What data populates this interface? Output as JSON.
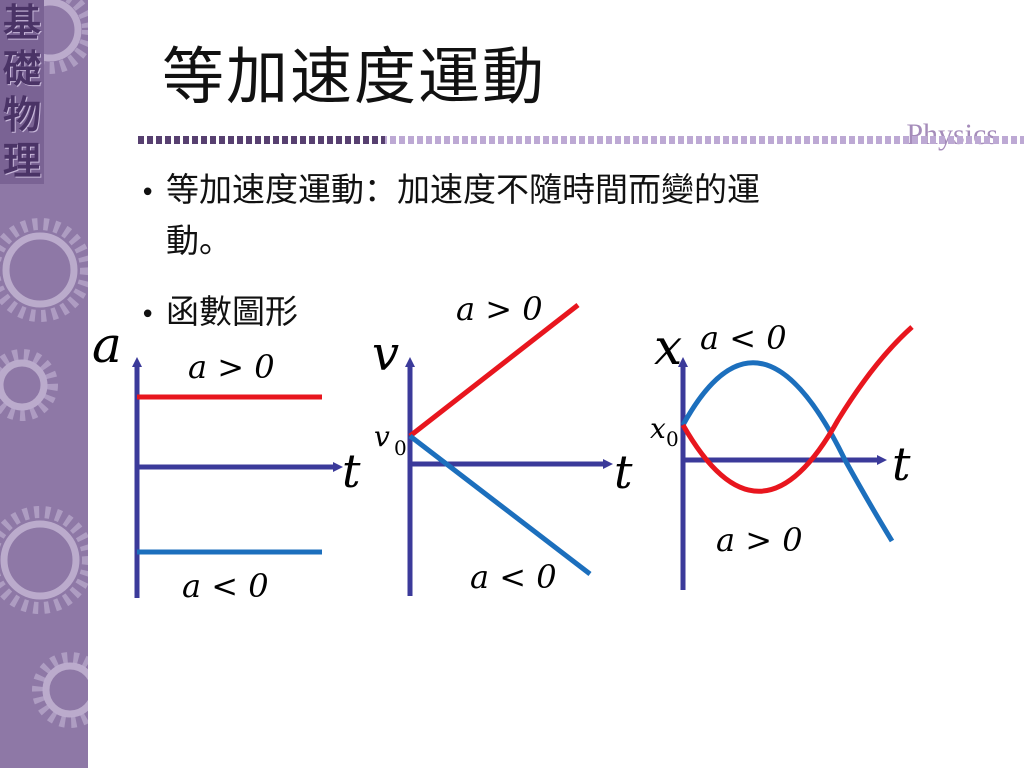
{
  "sidebar": {
    "label_chars": [
      "基",
      "礎",
      "物",
      "理"
    ]
  },
  "title": "等加速度運動",
  "brand": "Physics",
  "bullets": [
    {
      "line1": "等加速度運動：加速度不隨時間而變的運",
      "line2": "動。"
    },
    {
      "line1": "函數圖形"
    }
  ],
  "colors": {
    "axis": "#3b3a9a",
    "positive": "#e8161e",
    "negative": "#1c6fbd",
    "sidebar": "#8e78a6"
  },
  "graphs": {
    "a_t": {
      "y_axis": "a",
      "x_axis": "t",
      "label_pos": "a > 0",
      "label_neg": "a < 0"
    },
    "v_t": {
      "y_axis": "v",
      "x_axis": "t",
      "origin_var": "v",
      "origin_sub": "0",
      "label_pos": "a > 0",
      "label_neg": "a < 0"
    },
    "x_t": {
      "y_axis": "x",
      "x_axis": "t",
      "origin_var": "x",
      "origin_sub": "0",
      "label_neg": "a < 0",
      "label_pos": "a > 0"
    }
  }
}
